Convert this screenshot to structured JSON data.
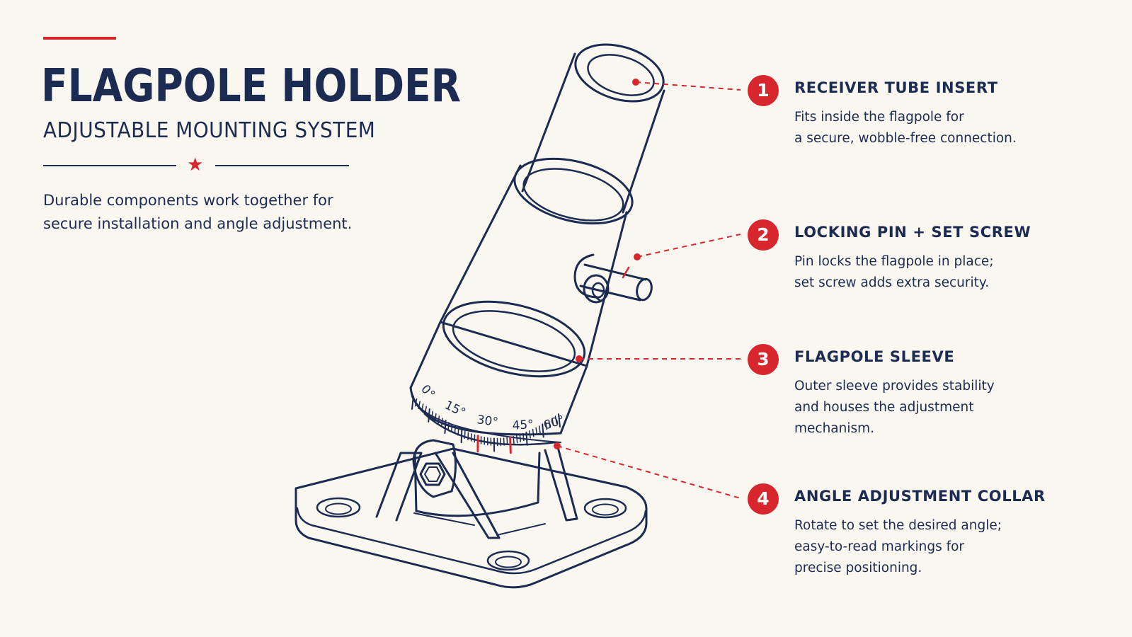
{
  "colors": {
    "navy": "#1c2b52",
    "red": "#d7262e",
    "background": "#faf7f0",
    "line": "#1c2b52"
  },
  "header": {
    "title": "FLAGPOLE HOLDER",
    "subtitle": "ADJUSTABLE MOUNTING SYSTEM",
    "star_icon": "★",
    "description_lines": [
      "Durable components work together for",
      "secure installation and angle adjustment."
    ]
  },
  "diagram": {
    "angle_markings": [
      "0°",
      "15°",
      "30°",
      "45°",
      "60°"
    ]
  },
  "callouts": [
    {
      "number": "1",
      "title": "RECEIVER TUBE INSERT",
      "description_lines": [
        "Fits inside the flagpole for",
        "a secure, wobble-free connection."
      ]
    },
    {
      "number": "2",
      "title": "LOCKING PIN + SET SCREW",
      "description_lines": [
        "Pin locks the flagpole in place;",
        "set screw adds extra security."
      ]
    },
    {
      "number": "3",
      "title": "FLAGPOLE SLEEVE",
      "description_lines": [
        "Outer sleeve provides stability",
        "and houses the adjustment",
        "mechanism."
      ]
    },
    {
      "number": "4",
      "title": "ANGLE ADJUSTMENT COLLAR",
      "description_lines": [
        "Rotate to set the desired angle;",
        "easy-to-read markings for",
        "precise positioning."
      ]
    }
  ]
}
